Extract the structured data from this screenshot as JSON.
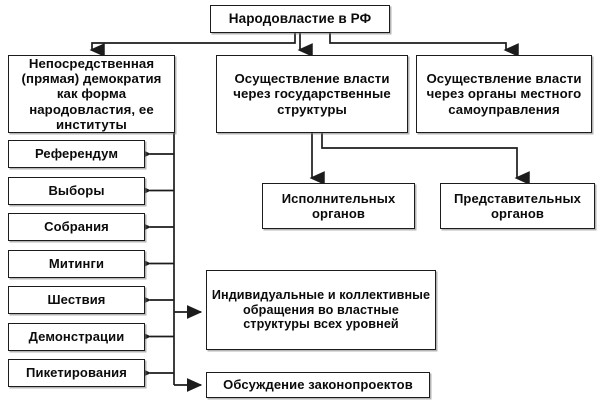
{
  "diagram": {
    "title": "Народовластие в РФ",
    "root": {
      "label": "Народовластие в РФ"
    },
    "level2": [
      {
        "id": "direct",
        "label": "Непосредственная (прямая) демократия как форма народовластия, ее институты"
      },
      {
        "id": "state",
        "label": "Осуществление власти через государственные структуры"
      },
      {
        "id": "local",
        "label": "Осуществление власти через органы местного самоуправления"
      }
    ],
    "state_children": [
      {
        "id": "exec",
        "label": "Исполнительных органов"
      },
      {
        "id": "repr",
        "label": "Представительных органов"
      }
    ],
    "direct_children": [
      {
        "id": "referendum",
        "label": "Референдум"
      },
      {
        "id": "elections",
        "label": "Выборы"
      },
      {
        "id": "assemblies",
        "label": "Собрания"
      },
      {
        "id": "rallies",
        "label": "Митинги"
      },
      {
        "id": "processions",
        "label": "Шествия"
      },
      {
        "id": "demonstrations",
        "label": "Демонстрации"
      },
      {
        "id": "pickets",
        "label": "Пикетирования"
      }
    ],
    "direct_children_right": [
      {
        "id": "appeals",
        "label": "Индивидуальные и коллективные обращения во властные структуры всех уровней"
      },
      {
        "id": "bills",
        "label": "Обсуждение законопроектов"
      }
    ],
    "colors": {
      "line": "#1c1c1c",
      "box_border": "#1c1c1c",
      "box_fill": "#ffffff",
      "text": "#0b0b0b",
      "shadow": "#787878"
    }
  }
}
